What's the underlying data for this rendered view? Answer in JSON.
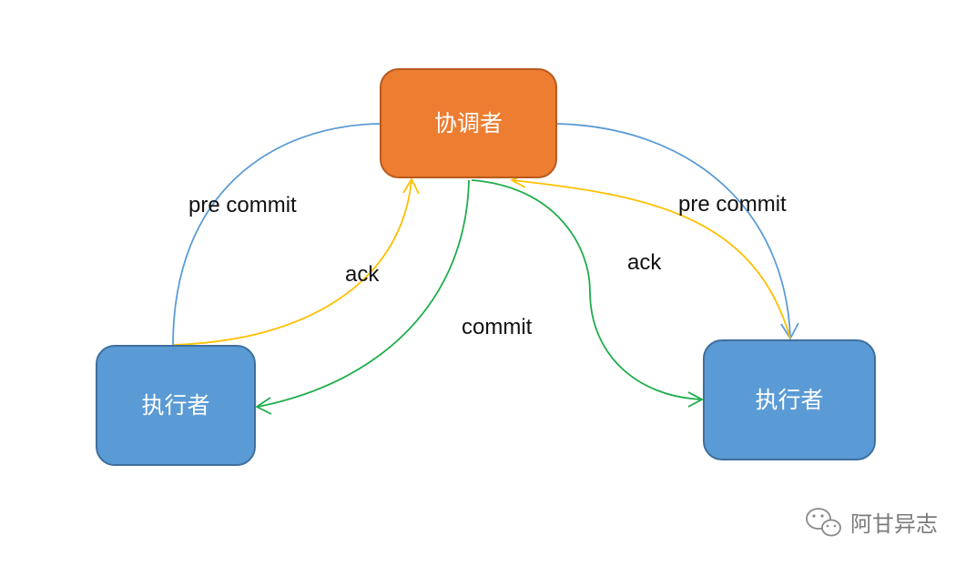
{
  "nodes": {
    "coordinator": {
      "label": "协调者",
      "color": "#ED7D31",
      "border": "#B85A1C"
    },
    "executor_left": {
      "label": "执行者",
      "color": "#5B9BD5",
      "border": "#3E6FA0"
    },
    "executor_right": {
      "label": "执行者",
      "color": "#5B9BD5",
      "border": "#3E6FA0"
    }
  },
  "edges": {
    "precommit_left": {
      "label": "pre commit",
      "color": "#5B9BD5"
    },
    "precommit_right": {
      "label": "pre commit",
      "color": "#5B9BD5"
    },
    "ack_left": {
      "label": "ack",
      "color": "#FFC000"
    },
    "ack_right": {
      "label": "ack",
      "color": "#FFC000"
    },
    "commit_left": {
      "label": "commit",
      "color": "#1FAD4B"
    },
    "commit_right": {
      "label": "",
      "color": "#1FAD4B"
    }
  },
  "watermark": {
    "text": "阿甘异志",
    "icon": "wechat-icon"
  }
}
